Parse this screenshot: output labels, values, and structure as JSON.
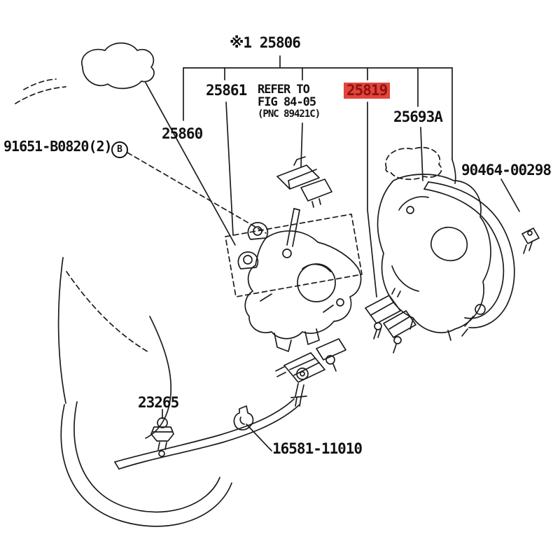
{
  "diagram": {
    "labels": {
      "p25806": "※1 25806",
      "p25861": "25861",
      "refer_line1": "REFER TO",
      "refer_line2": "FIG 84-05",
      "refer_line3": "(PNC 89421C)",
      "p25819": "25819",
      "p25693A": "25693A",
      "p25860": "25860",
      "p91651": "91651-B0820(2)",
      "circled_b": "B",
      "p90464": "90464-00298",
      "p23265": "23265",
      "p16581": "16581-11010"
    },
    "colors": {
      "line": "#1c1c1c",
      "text": "#111111",
      "highlight_bg": "#e2453c",
      "highlight_text": "#8c120e",
      "background": "#ffffff"
    }
  }
}
